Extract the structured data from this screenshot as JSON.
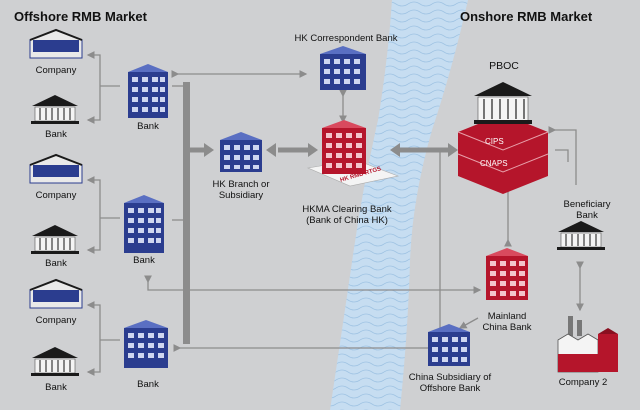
{
  "headers": {
    "offshore": "Offshore RMB Market",
    "onshore": "Onshore RMB Market"
  },
  "labels": {
    "company": "Company",
    "bank": "Bank",
    "hk_correspondent_bank": "HK Correspondent Bank",
    "hk_branch_line1": "HK Branch or",
    "hk_branch_line2": "Subsidiary",
    "hkma_line1": "HKMA Clearing Bank",
    "hkma_line2": "(Bank of China HK)",
    "hk_rmb_rtgs": "HK RMB RTGS",
    "pboc": "PBOC",
    "cips": "CIPS",
    "cnaps": "CNAPS",
    "beneficiary_line1": "Beneficiary",
    "beneficiary_line2": "Bank",
    "mainland_line1": "Mainland",
    "mainland_line2": "China Bank",
    "company2": "Company 2",
    "china_sub_line1": "China Subsidiary of",
    "china_sub_line2": "Offshore Bank"
  },
  "colors": {
    "background": "#cfd0d2",
    "river": "#c6ddf1",
    "offshore_blue": "#2b3d8f",
    "onshore_red": "#b5152b",
    "arrow_gray": "#8c8c8c"
  },
  "icons": [
    "company-building-icon",
    "bank-building-icon",
    "office-tower-icon",
    "central-bank-icon",
    "factory-icon"
  ]
}
